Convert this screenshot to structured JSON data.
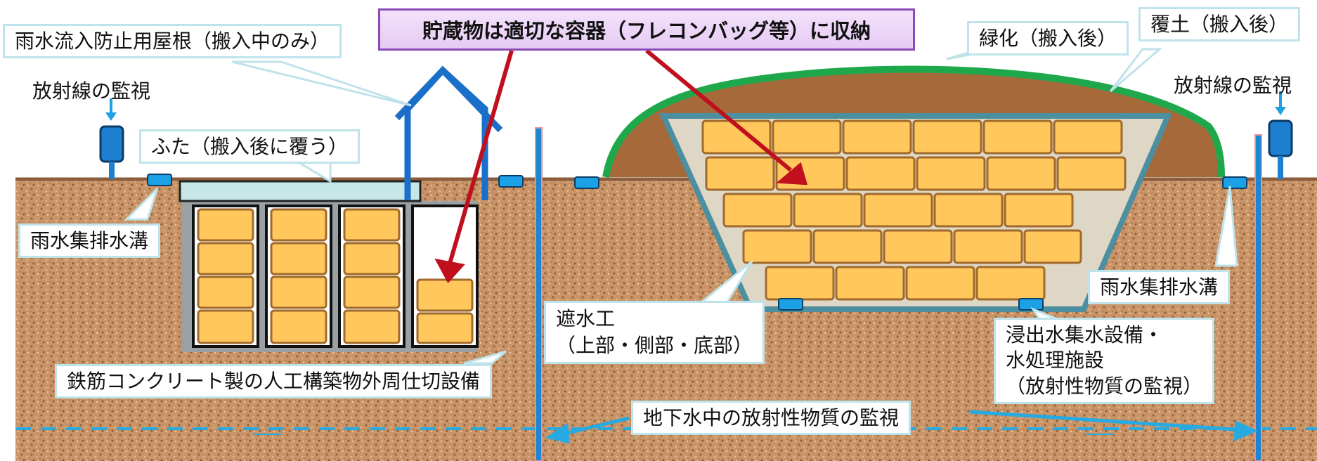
{
  "labels": {
    "banner": "貯蔵物は適切な容器（フレコンバッグ等）に収納",
    "rain_roof": "雨水流入防止用屋根（搬入中のみ）",
    "radiation_left": "放射線の監視",
    "lid": "ふた（搬入後に覆う）",
    "rain_drain_left": "雨水集排水溝",
    "concrete_structure": "鉄筋コンクリート製の人工構築物外周仕切設備",
    "greening": "緑化（搬入後）",
    "cover_soil": "覆土（搬入後）",
    "radiation_right": "放射線の監視",
    "rain_drain_right": "雨水集排水溝",
    "impermeable_work": "遮水工\n（上部・側部・底部）",
    "leachate_facility": "浸出水集水設備・\n水処理施設\n（放射性物質の監視）",
    "groundwater_monitoring": "地下水中の放射性物質の監視"
  },
  "colors": {
    "monitor_blue": "#1e7fd0",
    "arrow_red": "#c0101e",
    "greening_green": "#1fa84b",
    "cover_soil_brown": "#a5693a",
    "bag_yellow": "#ffc75c",
    "groundwater_blue": "#27a9e1",
    "banner_border": "#8a4bb6"
  }
}
